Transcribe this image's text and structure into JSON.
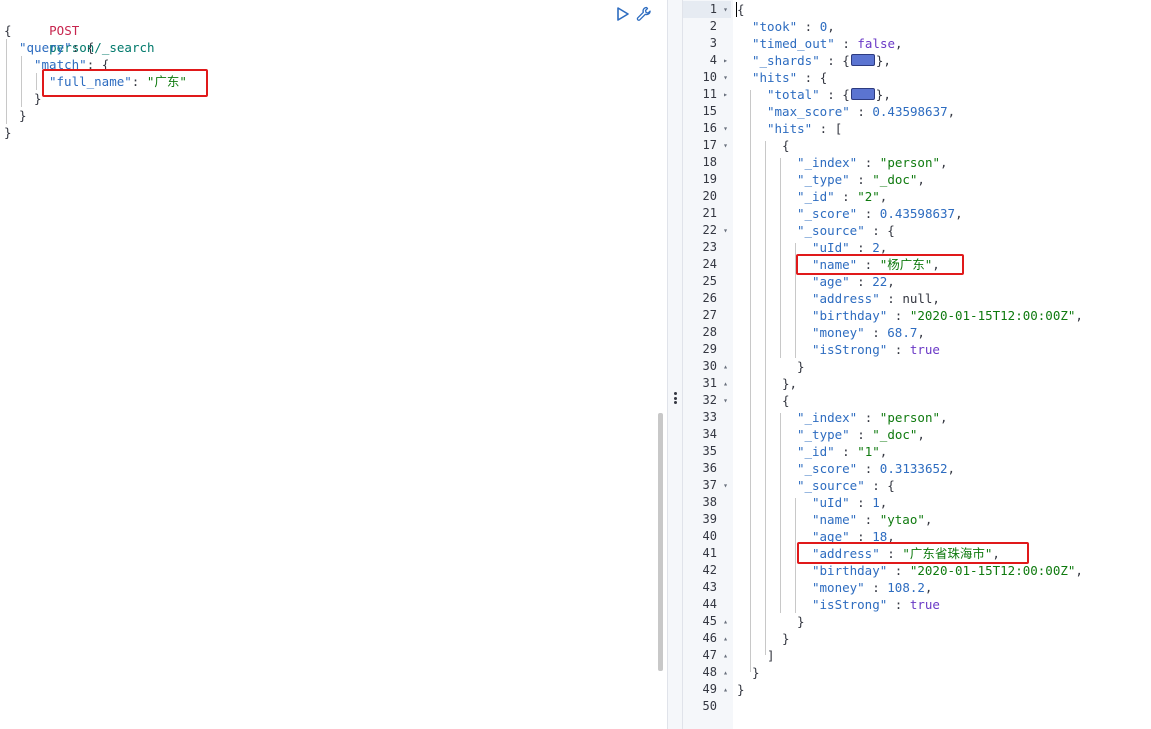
{
  "request": {
    "method": "POST",
    "path": "person/_search",
    "lines": [
      {
        "indent": 0,
        "parts": [
          {
            "t": "{",
            "c": "plain"
          }
        ]
      },
      {
        "indent": 1,
        "parts": [
          {
            "t": "\"query\"",
            "c": "key"
          },
          {
            "t": ": {",
            "c": "plain"
          }
        ]
      },
      {
        "indent": 2,
        "parts": [
          {
            "t": "\"match\"",
            "c": "key"
          },
          {
            "t": ": {",
            "c": "plain"
          }
        ]
      },
      {
        "indent": 3,
        "parts": [
          {
            "t": "\"full_name\"",
            "c": "key"
          },
          {
            "t": ": ",
            "c": "plain"
          },
          {
            "t": "\"广东\"",
            "c": "str"
          }
        ]
      },
      {
        "indent": 2,
        "parts": [
          {
            "t": "}",
            "c": "plain"
          }
        ]
      },
      {
        "indent": 1,
        "parts": [
          {
            "t": "}",
            "c": "plain"
          }
        ]
      },
      {
        "indent": 0,
        "parts": [
          {
            "t": "}",
            "c": "plain"
          }
        ]
      }
    ]
  },
  "toolbar": {
    "run_icon": "play-icon",
    "settings_icon": "wrench-icon",
    "colors": {
      "accent": "#2d6cc0",
      "highlight": "#e0191a"
    }
  },
  "response": {
    "lines": [
      {
        "n": "1",
        "fold": "▾",
        "indent": 0,
        "parts": [
          {
            "t": "{",
            "c": "plain"
          }
        ]
      },
      {
        "n": "2",
        "fold": "",
        "indent": 1,
        "parts": [
          {
            "t": "\"took\"",
            "c": "key"
          },
          {
            "t": " : ",
            "c": "plain"
          },
          {
            "t": "0",
            "c": "num"
          },
          {
            "t": ",",
            "c": "plain"
          }
        ]
      },
      {
        "n": "3",
        "fold": "",
        "indent": 1,
        "parts": [
          {
            "t": "\"timed_out\"",
            "c": "key"
          },
          {
            "t": " : ",
            "c": "plain"
          },
          {
            "t": "false",
            "c": "kw"
          },
          {
            "t": ",",
            "c": "plain"
          }
        ]
      },
      {
        "n": "4",
        "fold": "▸",
        "indent": 1,
        "parts": [
          {
            "t": "\"_shards\"",
            "c": "key"
          },
          {
            "t": " : {",
            "c": "plain"
          },
          {
            "t": "BADGE",
            "c": "badge"
          },
          {
            "t": "},",
            "c": "plain"
          }
        ]
      },
      {
        "n": "10",
        "fold": "▾",
        "indent": 1,
        "parts": [
          {
            "t": "\"hits\"",
            "c": "key"
          },
          {
            "t": " : {",
            "c": "plain"
          }
        ]
      },
      {
        "n": "11",
        "fold": "▸",
        "indent": 2,
        "parts": [
          {
            "t": "\"total\"",
            "c": "key"
          },
          {
            "t": " : {",
            "c": "plain"
          },
          {
            "t": "BADGE",
            "c": "badge"
          },
          {
            "t": "},",
            "c": "plain"
          }
        ]
      },
      {
        "n": "15",
        "fold": "",
        "indent": 2,
        "parts": [
          {
            "t": "\"max_score\"",
            "c": "key"
          },
          {
            "t": " : ",
            "c": "plain"
          },
          {
            "t": "0.43598637",
            "c": "num"
          },
          {
            "t": ",",
            "c": "plain"
          }
        ]
      },
      {
        "n": "16",
        "fold": "▾",
        "indent": 2,
        "parts": [
          {
            "t": "\"hits\"",
            "c": "key"
          },
          {
            "t": " : [",
            "c": "plain"
          }
        ]
      },
      {
        "n": "17",
        "fold": "▾",
        "indent": 3,
        "parts": [
          {
            "t": "{",
            "c": "plain"
          }
        ]
      },
      {
        "n": "18",
        "fold": "",
        "indent": 4,
        "parts": [
          {
            "t": "\"_index\"",
            "c": "key"
          },
          {
            "t": " : ",
            "c": "plain"
          },
          {
            "t": "\"person\"",
            "c": "str"
          },
          {
            "t": ",",
            "c": "plain"
          }
        ]
      },
      {
        "n": "19",
        "fold": "",
        "indent": 4,
        "parts": [
          {
            "t": "\"_type\"",
            "c": "key"
          },
          {
            "t": " : ",
            "c": "plain"
          },
          {
            "t": "\"_doc\"",
            "c": "str"
          },
          {
            "t": ",",
            "c": "plain"
          }
        ]
      },
      {
        "n": "20",
        "fold": "",
        "indent": 4,
        "parts": [
          {
            "t": "\"_id\"",
            "c": "key"
          },
          {
            "t": " : ",
            "c": "plain"
          },
          {
            "t": "\"2\"",
            "c": "str"
          },
          {
            "t": ",",
            "c": "plain"
          }
        ]
      },
      {
        "n": "21",
        "fold": "",
        "indent": 4,
        "parts": [
          {
            "t": "\"_score\"",
            "c": "key"
          },
          {
            "t": " : ",
            "c": "plain"
          },
          {
            "t": "0.43598637",
            "c": "num"
          },
          {
            "t": ",",
            "c": "plain"
          }
        ]
      },
      {
        "n": "22",
        "fold": "▾",
        "indent": 4,
        "parts": [
          {
            "t": "\"_source\"",
            "c": "key"
          },
          {
            "t": " : {",
            "c": "plain"
          }
        ]
      },
      {
        "n": "23",
        "fold": "",
        "indent": 5,
        "parts": [
          {
            "t": "\"uId\"",
            "c": "key"
          },
          {
            "t": " : ",
            "c": "plain"
          },
          {
            "t": "2",
            "c": "num"
          },
          {
            "t": ",",
            "c": "plain"
          }
        ]
      },
      {
        "n": "24",
        "fold": "",
        "indent": 5,
        "parts": [
          {
            "t": "\"name\"",
            "c": "key"
          },
          {
            "t": " : ",
            "c": "plain"
          },
          {
            "t": "\"杨广东\"",
            "c": "str"
          },
          {
            "t": ",",
            "c": "plain"
          }
        ]
      },
      {
        "n": "25",
        "fold": "",
        "indent": 5,
        "parts": [
          {
            "t": "\"age\"",
            "c": "key"
          },
          {
            "t": " : ",
            "c": "plain"
          },
          {
            "t": "22",
            "c": "num"
          },
          {
            "t": ",",
            "c": "plain"
          }
        ]
      },
      {
        "n": "26",
        "fold": "",
        "indent": 5,
        "parts": [
          {
            "t": "\"address\"",
            "c": "key"
          },
          {
            "t": " : ",
            "c": "plain"
          },
          {
            "t": "null",
            "c": "plain"
          },
          {
            "t": ",",
            "c": "plain"
          }
        ]
      },
      {
        "n": "27",
        "fold": "",
        "indent": 5,
        "parts": [
          {
            "t": "\"birthday\"",
            "c": "key"
          },
          {
            "t": " : ",
            "c": "plain"
          },
          {
            "t": "\"2020-01-15T12:00:00Z\"",
            "c": "str"
          },
          {
            "t": ",",
            "c": "plain"
          }
        ]
      },
      {
        "n": "28",
        "fold": "",
        "indent": 5,
        "parts": [
          {
            "t": "\"money\"",
            "c": "key"
          },
          {
            "t": " : ",
            "c": "plain"
          },
          {
            "t": "68.7",
            "c": "num"
          },
          {
            "t": ",",
            "c": "plain"
          }
        ]
      },
      {
        "n": "29",
        "fold": "",
        "indent": 5,
        "parts": [
          {
            "t": "\"isStrong\"",
            "c": "key"
          },
          {
            "t": " : ",
            "c": "plain"
          },
          {
            "t": "true",
            "c": "kw"
          }
        ]
      },
      {
        "n": "30",
        "fold": "▴",
        "indent": 4,
        "parts": [
          {
            "t": "}",
            "c": "plain"
          }
        ]
      },
      {
        "n": "31",
        "fold": "▴",
        "indent": 3,
        "parts": [
          {
            "t": "},",
            "c": "plain"
          }
        ]
      },
      {
        "n": "32",
        "fold": "▾",
        "indent": 3,
        "parts": [
          {
            "t": "{",
            "c": "plain"
          }
        ]
      },
      {
        "n": "33",
        "fold": "",
        "indent": 4,
        "parts": [
          {
            "t": "\"_index\"",
            "c": "key"
          },
          {
            "t": " : ",
            "c": "plain"
          },
          {
            "t": "\"person\"",
            "c": "str"
          },
          {
            "t": ",",
            "c": "plain"
          }
        ]
      },
      {
        "n": "34",
        "fold": "",
        "indent": 4,
        "parts": [
          {
            "t": "\"_type\"",
            "c": "key"
          },
          {
            "t": " : ",
            "c": "plain"
          },
          {
            "t": "\"_doc\"",
            "c": "str"
          },
          {
            "t": ",",
            "c": "plain"
          }
        ]
      },
      {
        "n": "35",
        "fold": "",
        "indent": 4,
        "parts": [
          {
            "t": "\"_id\"",
            "c": "key"
          },
          {
            "t": " : ",
            "c": "plain"
          },
          {
            "t": "\"1\"",
            "c": "str"
          },
          {
            "t": ",",
            "c": "plain"
          }
        ]
      },
      {
        "n": "36",
        "fold": "",
        "indent": 4,
        "parts": [
          {
            "t": "\"_score\"",
            "c": "key"
          },
          {
            "t": " : ",
            "c": "plain"
          },
          {
            "t": "0.3133652",
            "c": "num"
          },
          {
            "t": ",",
            "c": "plain"
          }
        ]
      },
      {
        "n": "37",
        "fold": "▾",
        "indent": 4,
        "parts": [
          {
            "t": "\"_source\"",
            "c": "key"
          },
          {
            "t": " : {",
            "c": "plain"
          }
        ]
      },
      {
        "n": "38",
        "fold": "",
        "indent": 5,
        "parts": [
          {
            "t": "\"uId\"",
            "c": "key"
          },
          {
            "t": " : ",
            "c": "plain"
          },
          {
            "t": "1",
            "c": "num"
          },
          {
            "t": ",",
            "c": "plain"
          }
        ]
      },
      {
        "n": "39",
        "fold": "",
        "indent": 5,
        "parts": [
          {
            "t": "\"name\"",
            "c": "key"
          },
          {
            "t": " : ",
            "c": "plain"
          },
          {
            "t": "\"ytao\"",
            "c": "str"
          },
          {
            "t": ",",
            "c": "plain"
          }
        ]
      },
      {
        "n": "40",
        "fold": "",
        "indent": 5,
        "parts": [
          {
            "t": "\"age\"",
            "c": "key"
          },
          {
            "t": " : ",
            "c": "plain"
          },
          {
            "t": "18",
            "c": "num"
          },
          {
            "t": ",",
            "c": "plain"
          }
        ]
      },
      {
        "n": "41",
        "fold": "",
        "indent": 5,
        "parts": [
          {
            "t": "\"address\"",
            "c": "key"
          },
          {
            "t": " : ",
            "c": "plain"
          },
          {
            "t": "\"广东省珠海市\"",
            "c": "str"
          },
          {
            "t": ",",
            "c": "plain"
          }
        ]
      },
      {
        "n": "42",
        "fold": "",
        "indent": 5,
        "parts": [
          {
            "t": "\"birthday\"",
            "c": "key"
          },
          {
            "t": " : ",
            "c": "plain"
          },
          {
            "t": "\"2020-01-15T12:00:00Z\"",
            "c": "str"
          },
          {
            "t": ",",
            "c": "plain"
          }
        ]
      },
      {
        "n": "43",
        "fold": "",
        "indent": 5,
        "parts": [
          {
            "t": "\"money\"",
            "c": "key"
          },
          {
            "t": " : ",
            "c": "plain"
          },
          {
            "t": "108.2",
            "c": "num"
          },
          {
            "t": ",",
            "c": "plain"
          }
        ]
      },
      {
        "n": "44",
        "fold": "",
        "indent": 5,
        "parts": [
          {
            "t": "\"isStrong\"",
            "c": "key"
          },
          {
            "t": " : ",
            "c": "plain"
          },
          {
            "t": "true",
            "c": "kw"
          }
        ]
      },
      {
        "n": "45",
        "fold": "▴",
        "indent": 4,
        "parts": [
          {
            "t": "}",
            "c": "plain"
          }
        ]
      },
      {
        "n": "46",
        "fold": "▴",
        "indent": 3,
        "parts": [
          {
            "t": "}",
            "c": "plain"
          }
        ]
      },
      {
        "n": "47",
        "fold": "▴",
        "indent": 2,
        "parts": [
          {
            "t": "]",
            "c": "plain"
          }
        ]
      },
      {
        "n": "48",
        "fold": "▴",
        "indent": 1,
        "parts": [
          {
            "t": "}",
            "c": "plain"
          }
        ]
      },
      {
        "n": "49",
        "fold": "▴",
        "indent": 0,
        "parts": [
          {
            "t": "}",
            "c": "plain"
          }
        ]
      },
      {
        "n": "50",
        "fold": "",
        "indent": 0,
        "parts": []
      }
    ]
  }
}
